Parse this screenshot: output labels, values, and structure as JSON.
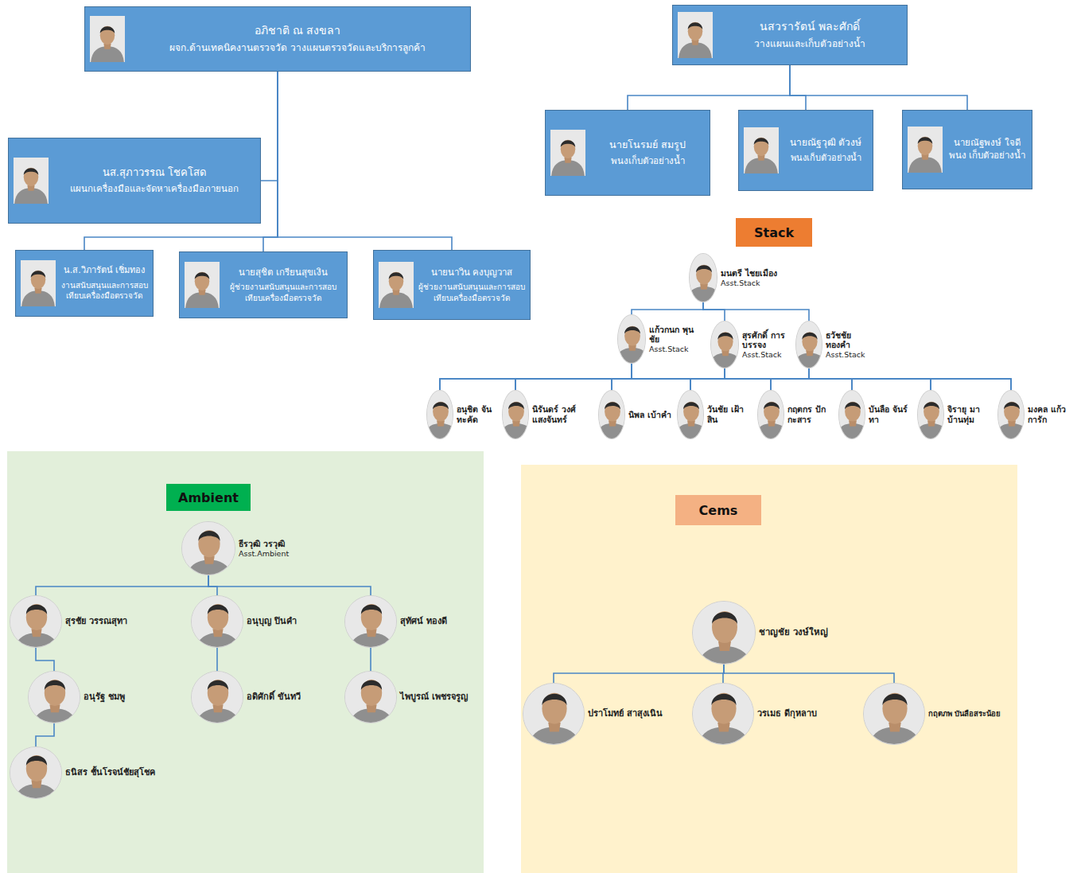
{
  "diagram": {
    "nodes": [
      {
        "text": [
          "อภิชาติ ณ สงขลา",
          "ผจก.ด้านเทคนิคงานตรวจวัด วางแผนตรวจวัดและบริการลูกค้า"
        ]
      },
      {
        "text": [
          "นสวรารัตน์ พละศักดิ์",
          "วางแผนและเก็บตัวอย่างน้ำ"
        ]
      },
      {
        "text": [
          "นส.สุภาวรรณ โชคโสด",
          "แผนกเครื่องมือและจัดหาเครื่องมือภายนอก"
        ]
      },
      {
        "text": [
          "น.ส.วิภารัตน์ เชิ่มทอง",
          "งานสนับสนุนและการสอบเทียบเครื่องมือตรวจวัด"
        ]
      },
      {
        "text": [
          "นายสุชิต เกรียนสุขเงิน",
          "ผู้ช่วยงานสนับสนุนและการสอบเทียบเครื่องมือตรวจวัด"
        ]
      },
      {
        "text": [
          "นายนาวิน คงบุญวาส",
          "ผู้ช่วยงานสนับสนุนและการสอบเทียบเครื่องมือตรวจวัด"
        ]
      },
      {
        "text": [
          "นายโนรมย์ สมรูป",
          "พนงเก็บตัวอย่างน้ำ"
        ]
      },
      {
        "text": [
          "นายณัฐวุฒิ ตัวงษ์",
          "พนงเก็บตัวอย่างน้ำ"
        ]
      },
      {
        "text": [
          "นายณัฐพงษ์ ใจดี พนง เก็บตัวอย่างน้ำ"
        ]
      },
      {
        "text": [
          "Stack"
        ]
      },
      {
        "text": [
          "มนตรี ไชยเมือง",
          "Asst.Stack"
        ]
      },
      {
        "text": [
          "แก้วกนก พุนชัย",
          "Asst.Stack"
        ]
      },
      {
        "text": [
          "สุรศักดิ์ การบรรจง",
          "Asst.Stack"
        ]
      },
      {
        "text": [
          "ธวัชชัย ทองคำ",
          "Asst.Stack"
        ]
      },
      {
        "text": [
          "อนุชิต จันทะคัด"
        ]
      },
      {
        "text": [
          "นิรันดร์ วงศ์แสงจันทร์"
        ]
      },
      {
        "text": [
          "นิพล เบ้าคำ"
        ]
      },
      {
        "text": [
          "วันชัย เฝ้าสิน"
        ]
      },
      {
        "text": [
          "กฤตกร ปักกะสาร"
        ]
      },
      {
        "text": [
          "บันลือ จันร์ทา"
        ]
      },
      {
        "text": [
          "จิรายุ มาบ้านทุ่ม"
        ]
      },
      {
        "text": [
          "มงคล แก้วการัก"
        ]
      },
      {
        "text": [
          "Ambient"
        ]
      },
      {
        "text": [
          "ธีรวุฒิ วรวุฒิ",
          "Asst.Ambient"
        ]
      },
      {
        "text": [
          "สุรชัย วรรณสุทา"
        ]
      },
      {
        "text": [
          "อนุบุญ ปินคำ"
        ]
      },
      {
        "text": [
          "สุทัศน์ ทองดี"
        ]
      },
      {
        "text": [
          "อนุรัฐ ชมพู"
        ]
      },
      {
        "text": [
          "อดิศักดิ์ ขันทวี"
        ]
      },
      {
        "text": [
          "ไพบูรณ์ เพชรจรูญ"
        ]
      },
      {
        "text": [
          "ธนิสร ชั้นโรจน์ชัยสุโชค"
        ]
      },
      {
        "text": [
          "Cems"
        ]
      },
      {
        "text": [
          "ชาญชัย วงษ์ใหญ่"
        ]
      },
      {
        "text": [
          "ปราโมทย์ สาสุงเนิน"
        ]
      },
      {
        "text": [
          "วรเมธ ดีกุหลาบ"
        ]
      },
      {
        "text": [
          "กฤตภพ บันลือสระน้อย"
        ]
      }
    ],
    "edges": [
      {
        "from": 0,
        "to": 2,
        "arrow": "none"
      },
      {
        "from": 0,
        "to": 3,
        "arrow": "none"
      },
      {
        "from": 0,
        "to": 4,
        "arrow": "none"
      },
      {
        "from": 0,
        "to": 5,
        "arrow": "none"
      },
      {
        "from": 1,
        "to": 6,
        "arrow": "none"
      },
      {
        "from": 1,
        "to": 7,
        "arrow": "none"
      },
      {
        "from": 1,
        "to": 8,
        "arrow": "none"
      },
      {
        "from": 10,
        "to": 11,
        "arrow": "none"
      },
      {
        "from": 10,
        "to": 12,
        "arrow": "none"
      },
      {
        "from": 10,
        "to": 13,
        "arrow": "none"
      },
      {
        "from": 11,
        "to": 14,
        "arrow": "none"
      },
      {
        "from": 11,
        "to": 15,
        "arrow": "none"
      },
      {
        "from": 11,
        "to": 16,
        "arrow": "none"
      },
      {
        "from": 11,
        "to": 17,
        "arrow": "none"
      },
      {
        "from": 11,
        "to": 18,
        "arrow": "none"
      },
      {
        "from": 11,
        "to": 19,
        "arrow": "none"
      },
      {
        "from": 11,
        "to": 20,
        "arrow": "none"
      },
      {
        "from": 11,
        "to": 21,
        "arrow": "none"
      },
      {
        "from": 12,
        "to": 14,
        "arrow": "none"
      },
      {
        "from": 12,
        "to": 15,
        "arrow": "none"
      },
      {
        "from": 12,
        "to": 16,
        "arrow": "none"
      },
      {
        "from": 12,
        "to": 17,
        "arrow": "none"
      },
      {
        "from": 12,
        "to": 18,
        "arrow": "none"
      },
      {
        "from": 12,
        "to": 19,
        "arrow": "none"
      },
      {
        "from": 12,
        "to": 20,
        "arrow": "none"
      },
      {
        "from": 12,
        "to": 21,
        "arrow": "none"
      },
      {
        "from": 13,
        "to": 14,
        "arrow": "none"
      },
      {
        "from": 13,
        "to": 15,
        "arrow": "none"
      },
      {
        "from": 13,
        "to": 16,
        "arrow": "none"
      },
      {
        "from": 13,
        "to": 17,
        "arrow": "none"
      },
      {
        "from": 13,
        "to": 18,
        "arrow": "none"
      },
      {
        "from": 13,
        "to": 19,
        "arrow": "none"
      },
      {
        "from": 13,
        "to": 20,
        "arrow": "none"
      },
      {
        "from": 13,
        "to": 21,
        "arrow": "none"
      },
      {
        "from": 23,
        "to": 24,
        "arrow": "none"
      },
      {
        "from": 23,
        "to": 25,
        "arrow": "none"
      },
      {
        "from": 23,
        "to": 26,
        "arrow": "none"
      },
      {
        "from": 24,
        "to": 27,
        "arrow": "none"
      },
      {
        "from": 25,
        "to": 28,
        "arrow": "none"
      },
      {
        "from": 26,
        "to": 29,
        "arrow": "none"
      },
      {
        "from": 27,
        "to": 30,
        "arrow": "none"
      },
      {
        "from": 32,
        "to": 33,
        "arrow": "none"
      },
      {
        "from": 32,
        "to": 34,
        "arrow": "none"
      },
      {
        "from": 32,
        "to": 35,
        "arrow": "none"
      }
    ]
  }
}
